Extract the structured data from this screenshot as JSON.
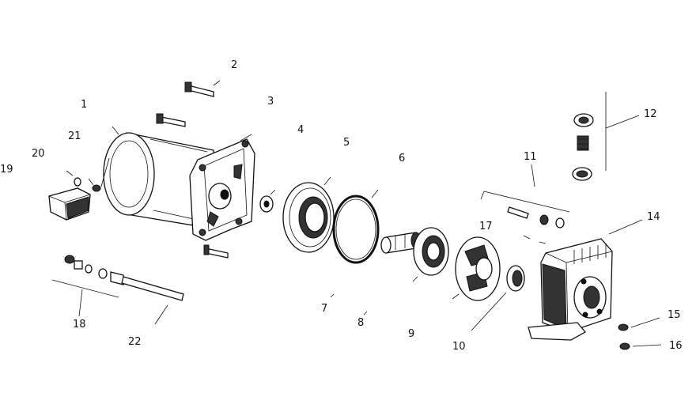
{
  "diagram": {
    "callouts": [
      {
        "id": "1",
        "text": "1"
      },
      {
        "id": "2",
        "text": "2"
      },
      {
        "id": "3",
        "text": "3"
      },
      {
        "id": "4",
        "text": "4"
      },
      {
        "id": "5",
        "text": "5"
      },
      {
        "id": "6",
        "text": "6"
      },
      {
        "id": "7",
        "text": "7"
      },
      {
        "id": "8",
        "text": "8"
      },
      {
        "id": "9",
        "text": "9"
      },
      {
        "id": "10",
        "text": "10"
      },
      {
        "id": "11",
        "text": "11"
      },
      {
        "id": "12",
        "text": "12"
      },
      {
        "id": "14",
        "text": "14"
      },
      {
        "id": "15",
        "text": "15"
      },
      {
        "id": "16",
        "text": "16"
      },
      {
        "id": "17",
        "text": "17"
      },
      {
        "id": "18",
        "text": "18"
      },
      {
        "id": "19",
        "text": "19"
      },
      {
        "id": "20",
        "text": "20"
      },
      {
        "id": "21",
        "text": "21"
      },
      {
        "id": "22",
        "text": "22"
      }
    ]
  }
}
